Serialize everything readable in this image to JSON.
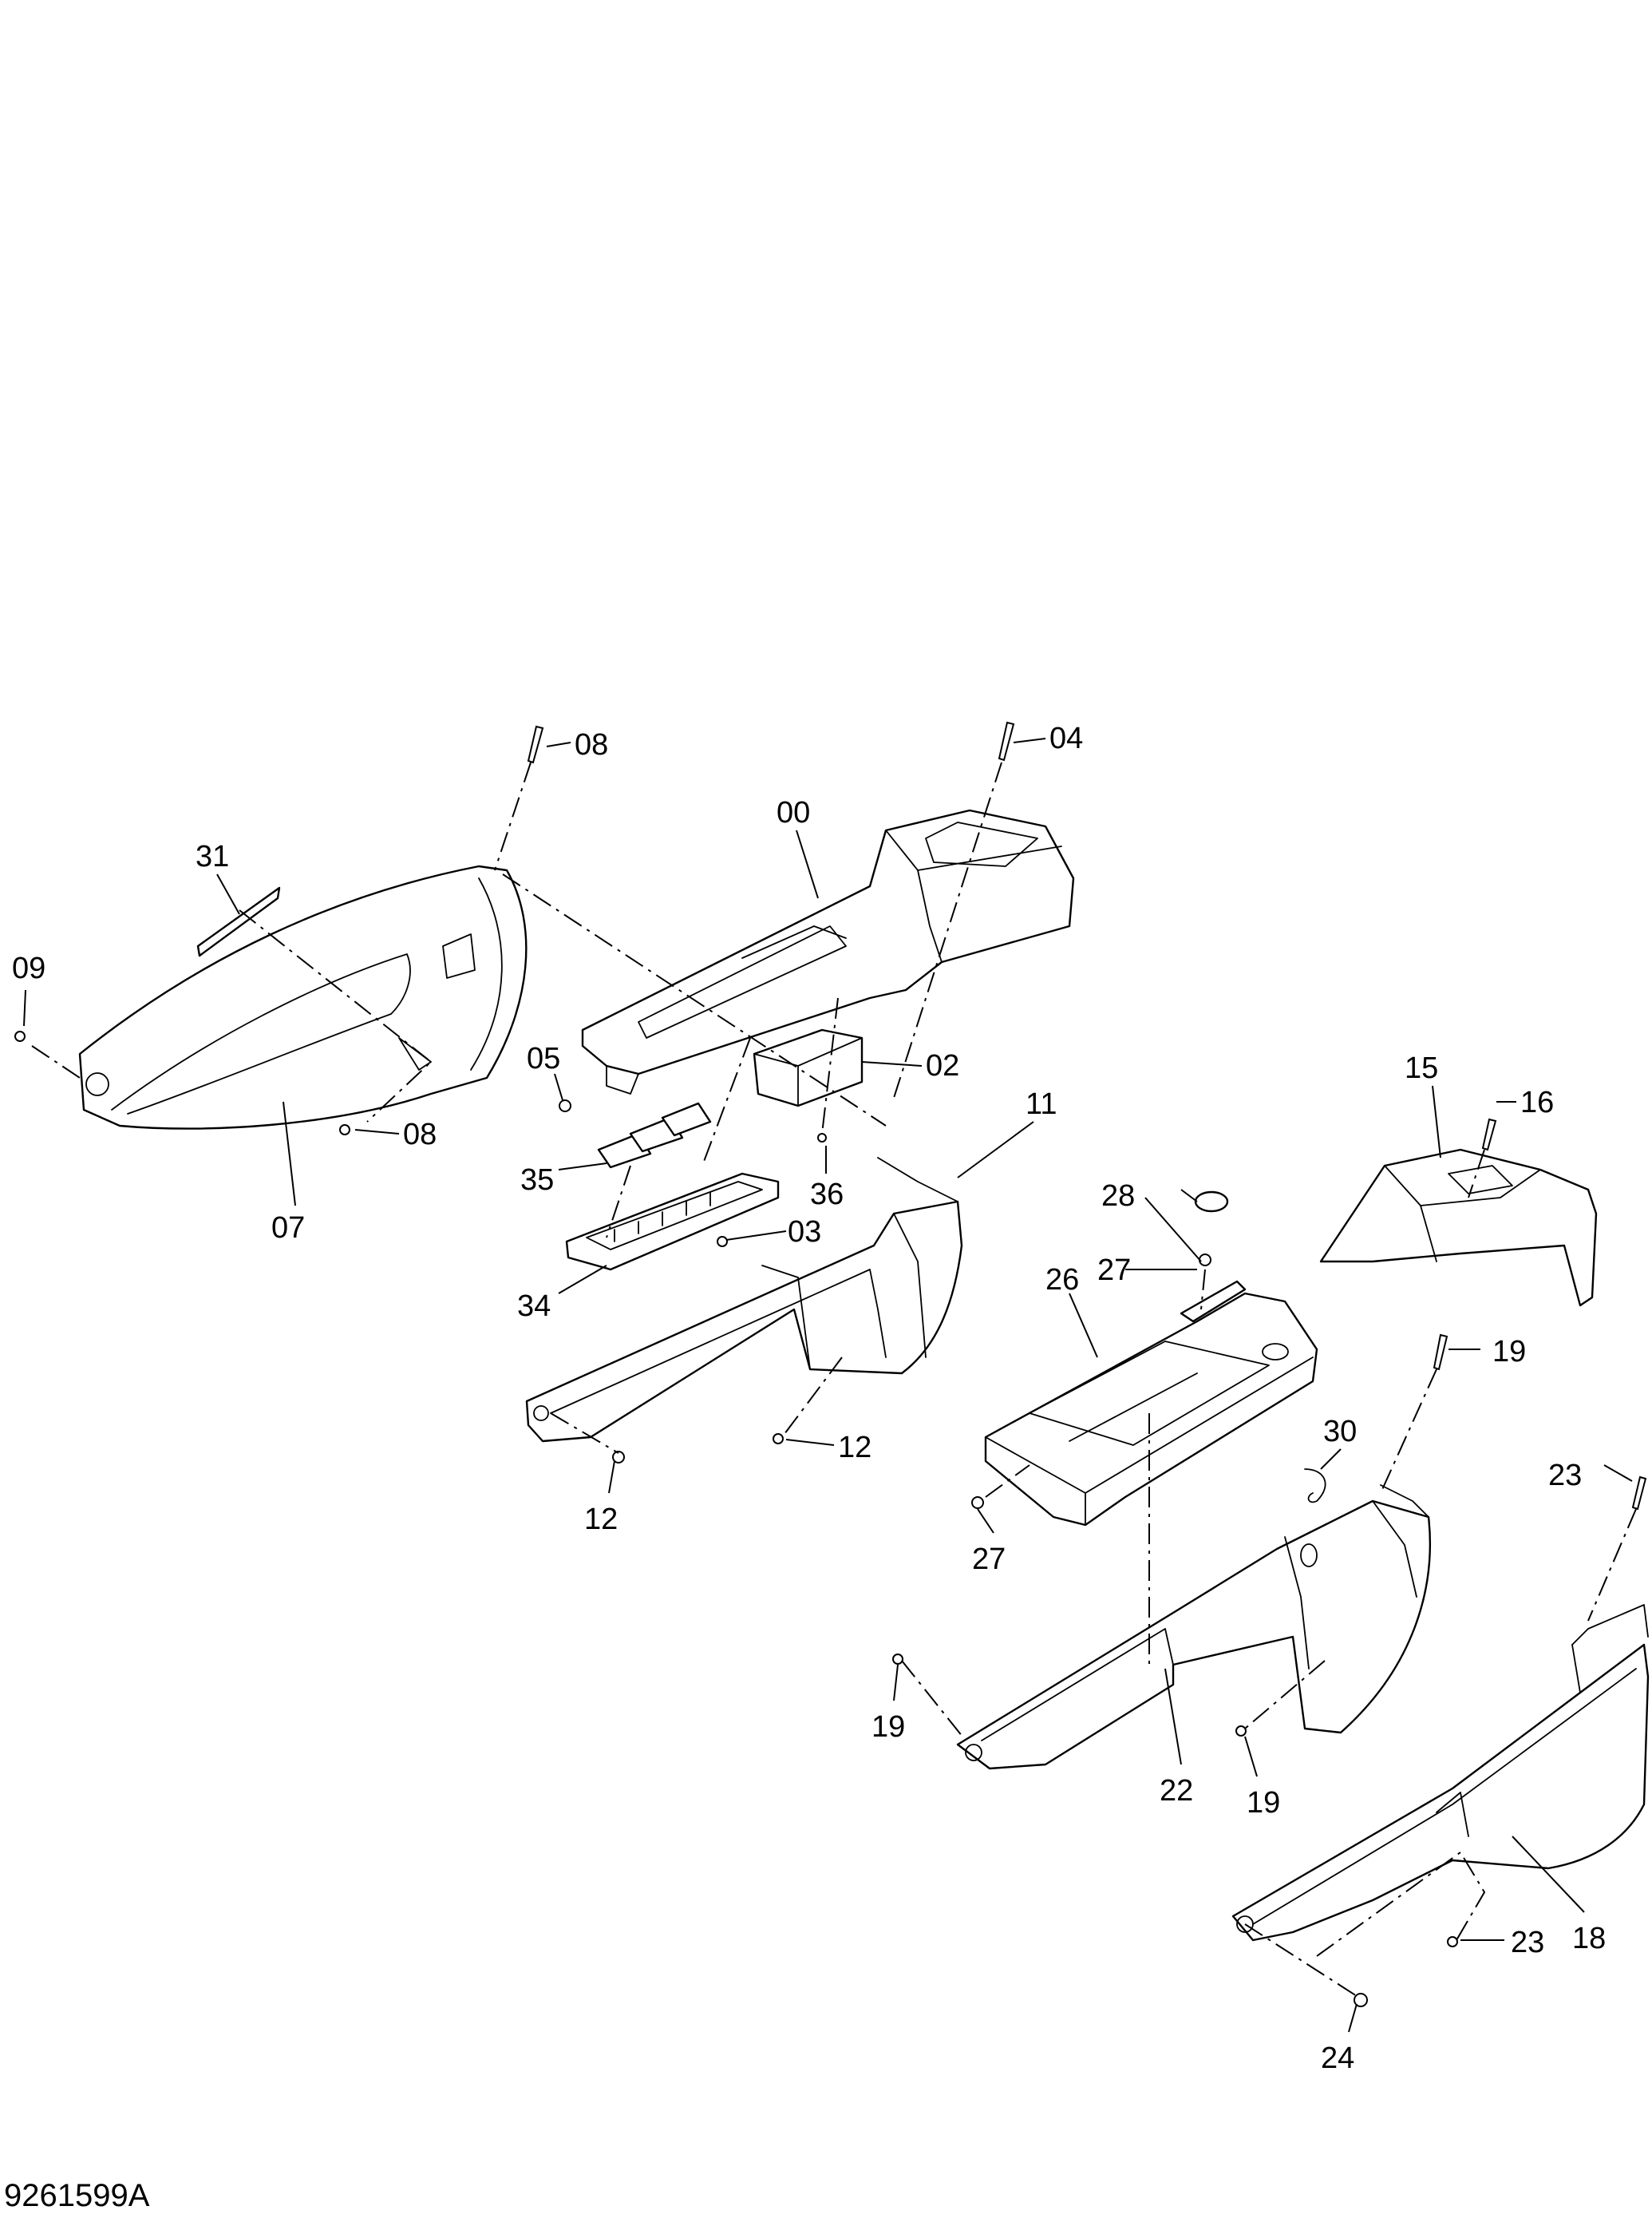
{
  "figure_id": "9261599A",
  "callouts": [
    {
      "key": "c00",
      "label": "00"
    },
    {
      "key": "c02",
      "label": "02"
    },
    {
      "key": "c03",
      "label": "03"
    },
    {
      "key": "c04",
      "label": "04"
    },
    {
      "key": "c05",
      "label": "05"
    },
    {
      "key": "c07",
      "label": "07"
    },
    {
      "key": "c08a",
      "label": "08"
    },
    {
      "key": "c08b",
      "label": "08"
    },
    {
      "key": "c09",
      "label": "09"
    },
    {
      "key": "c11",
      "label": "11"
    },
    {
      "key": "c12a",
      "label": "12"
    },
    {
      "key": "c12b",
      "label": "12"
    },
    {
      "key": "c15",
      "label": "15"
    },
    {
      "key": "c16",
      "label": "16"
    },
    {
      "key": "c18",
      "label": "18"
    },
    {
      "key": "c19a",
      "label": "19"
    },
    {
      "key": "c19b",
      "label": "19"
    },
    {
      "key": "c19c",
      "label": "19"
    },
    {
      "key": "c22",
      "label": "22"
    },
    {
      "key": "c23a",
      "label": "23"
    },
    {
      "key": "c23b",
      "label": "23"
    },
    {
      "key": "c24",
      "label": "24"
    },
    {
      "key": "c26",
      "label": "26"
    },
    {
      "key": "c27a",
      "label": "27"
    },
    {
      "key": "c27b",
      "label": "27"
    },
    {
      "key": "c28",
      "label": "28"
    },
    {
      "key": "c30",
      "label": "30"
    },
    {
      "key": "c31",
      "label": "31"
    },
    {
      "key": "c34",
      "label": "34"
    },
    {
      "key": "c35",
      "label": "35"
    },
    {
      "key": "c36",
      "label": "36"
    }
  ]
}
